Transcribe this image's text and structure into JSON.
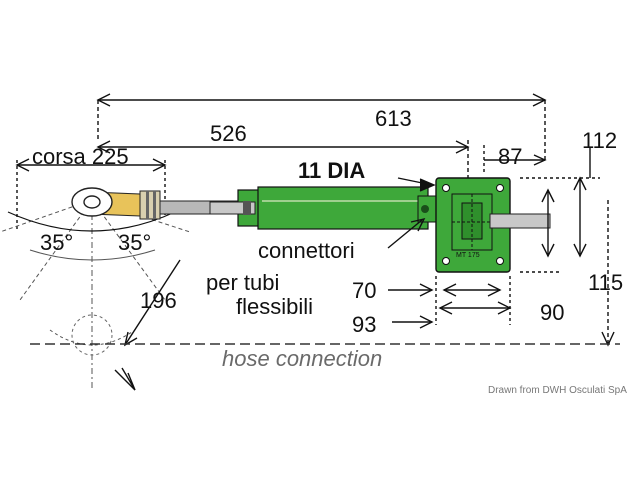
{
  "dimensions": {
    "overall": "613",
    "to_mount": "526",
    "stroke": "corsa 225",
    "right_offset": "87",
    "height_top": "112",
    "height_bottom": "115",
    "width_90": "90",
    "width_70": "70",
    "width_93": "93",
    "radius": "196",
    "angle_left": "35°",
    "angle_right": "35°"
  },
  "labels": {
    "dia": "11 DIA",
    "connector_line1": "connettori",
    "connector_line2": "per tubi",
    "connector_line3": "flessibili",
    "hose": "hose connection",
    "plate": "MT 175",
    "credit": "Drawn from DWH Osculati SpA"
  },
  "colors": {
    "cylinder": "#3ea83a",
    "rod_end": "#e8c35a",
    "rod": "#b0b0b0",
    "line": "#111111"
  }
}
